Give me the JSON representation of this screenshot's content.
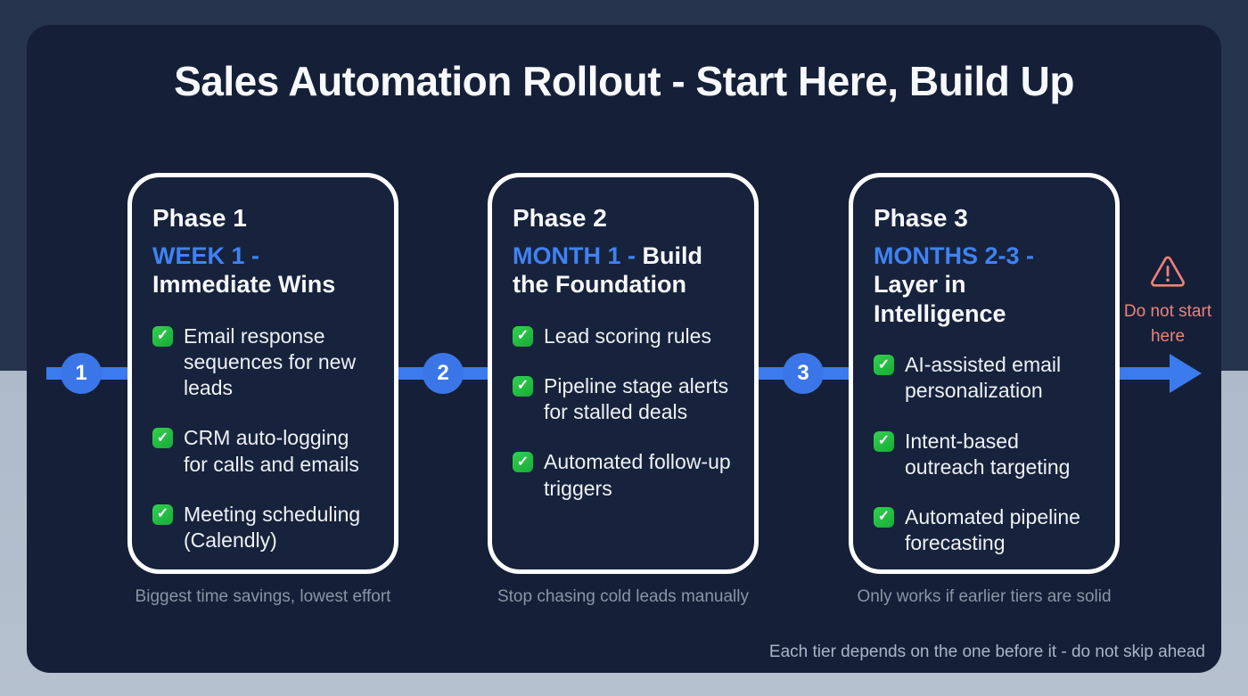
{
  "title": "Sales Automation Rollout - Start Here, Build Up",
  "colors": {
    "accent_blue": "#3b7bee",
    "card_background": "#152038",
    "phase_card_background": "#17233c",
    "top_background": "#26334c",
    "bottom_background": "#aebaca",
    "check_green": "#22c043",
    "warning_salmon": "#ee8278",
    "caption_gray": "#8a94a4"
  },
  "icons": {
    "check": "✓"
  },
  "steps": [
    "1",
    "2",
    "3"
  ],
  "phases": [
    {
      "name": "Phase 1",
      "tag": "WEEK 1 -",
      "subtitle": "Immediate Wins",
      "items": [
        "Email response sequences for new leads",
        "CRM auto-logging for calls and emails",
        "Meeting scheduling (Calendly)"
      ],
      "caption": "Biggest time savings, lowest effort"
    },
    {
      "name": "Phase 2",
      "tag": "MONTH 1 -",
      "subtitle": "Build the Foundation",
      "items": [
        "Lead scoring rules",
        "Pipeline stage alerts for stalled deals",
        "Automated follow-up triggers"
      ],
      "caption": "Stop chasing cold leads manually"
    },
    {
      "name": "Phase 3",
      "tag": "MONTHS 2-3 -",
      "subtitle": "Layer in Intelligence",
      "items": [
        "AI-assisted email personalization",
        "Intent-based outreach targeting",
        "Automated pipeline forecasting"
      ],
      "caption": "Only works if earlier tiers are solid"
    }
  ],
  "warning": {
    "label": "Do not start here"
  },
  "footnote": "Each tier depends on the one before it - do not skip ahead"
}
